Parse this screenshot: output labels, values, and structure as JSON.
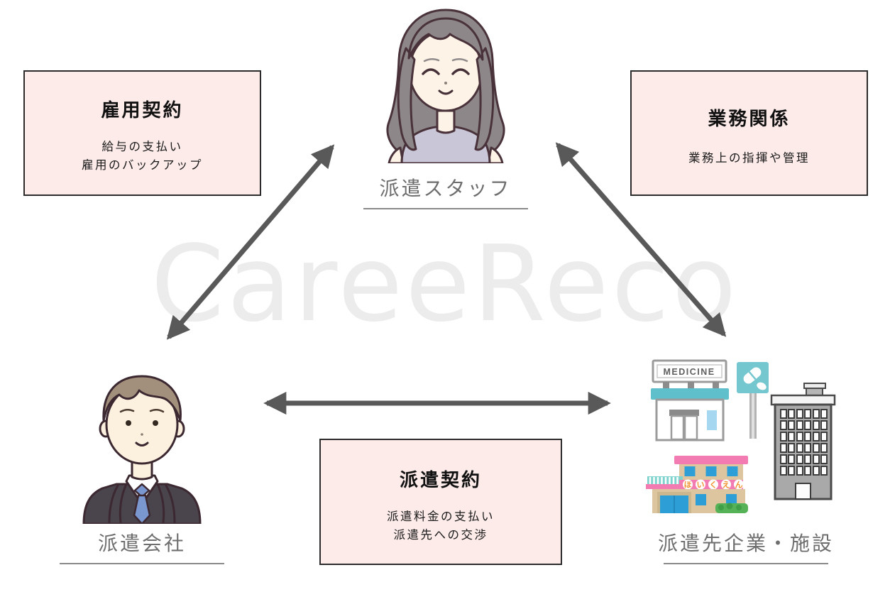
{
  "watermark": "CareeReco",
  "boxes": {
    "employment": {
      "title": "雇用契約",
      "lines": [
        "給与の支払い",
        "雇用のバックアップ"
      ]
    },
    "business": {
      "title": "業務関係",
      "lines": [
        "業務上の指揮や管理"
      ]
    },
    "dispatch": {
      "title": "派遣契約",
      "lines": [
        "派遣料金の支払い",
        "派遣先への交渉"
      ]
    }
  },
  "actors": {
    "staff": {
      "label": "派遣スタッフ"
    },
    "agency": {
      "label": "派遣会社"
    },
    "client": {
      "label": "派遣先企業・施設"
    }
  },
  "illustration_text": {
    "pharmacy_sign": "MEDICINE",
    "nursery_sign": "ほいくえん"
  },
  "colors": {
    "box_bg": "#fcebe9",
    "box_border": "#2b2b2b",
    "arrow": "#595959",
    "label_text": "#6e6e6e",
    "label_underline": "#8a8a8a",
    "watermark": "#ececec",
    "pharmacy_teal": "#5fc0cc",
    "nursery_pink": "#f27cb2",
    "nursery_tan": "#ddc69f",
    "window_blue": "#2e9fd6",
    "office_grey": "#a9a9a9"
  }
}
